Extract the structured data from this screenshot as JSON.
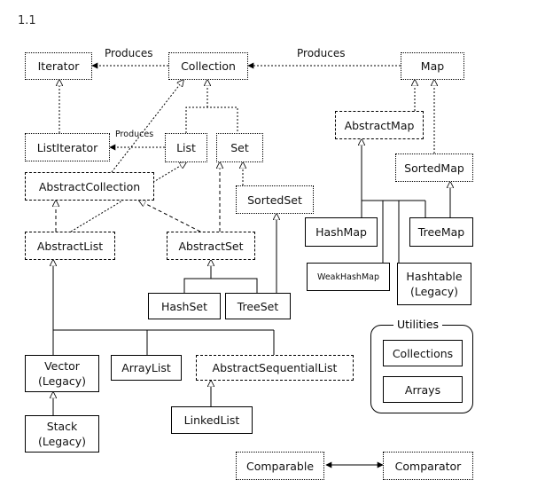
{
  "heading": "1.1",
  "nodes": {
    "iterator": "Iterator",
    "collection": "Collection",
    "map": "Map",
    "list_iterator": "ListIterator",
    "list": "List",
    "set": "Set",
    "abstract_map": "AbstractMap",
    "sorted_map": "SortedMap",
    "abstract_collection": "AbstractCollection",
    "sorted_set": "SortedSet",
    "abstract_list": "AbstractList",
    "abstract_set": "AbstractSet",
    "hash_map": "HashMap",
    "tree_map": "TreeMap",
    "weak_hash_map": "WeakHashMap",
    "hashtable": "Hashtable\n(Legacy)",
    "hash_set": "HashSet",
    "tree_set": "TreeSet",
    "vector": "Vector\n(Legacy)",
    "array_list": "ArrayList",
    "abstract_sequential_list": "AbstractSequentialList",
    "stack": "Stack\n(Legacy)",
    "linked_list": "LinkedList",
    "comparable": "Comparable",
    "comparator": "Comparator"
  },
  "utilities": {
    "title": "Utilities",
    "collections": "Collections",
    "arrays": "Arrays"
  },
  "labels": {
    "produces_left": "Produces",
    "produces_right": "Produces",
    "produces_list": "Produces"
  },
  "legend": {
    "interface_border": "dotted",
    "abstract_border": "dashed",
    "concrete_border": "solid"
  }
}
